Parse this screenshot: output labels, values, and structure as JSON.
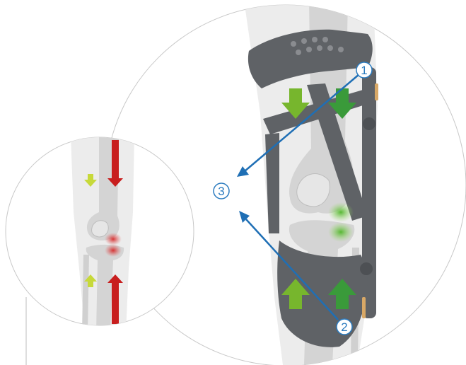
{
  "callouts": [
    {
      "id": "1",
      "label": "1"
    },
    {
      "id": "2",
      "label": "2"
    },
    {
      "id": "3",
      "label": "3"
    }
  ],
  "colors": {
    "callout_blue": "#1f6fb5",
    "brace_dark": "#5f6266",
    "arrow_red": "#c81e1e",
    "arrow_yellow": "#c7d93a",
    "arrow_green_light": "#77b62d",
    "arrow_green_dark": "#3a9a3a",
    "bone_grey": "#d9d9d9",
    "leg_grey": "#ececec",
    "circle_outline": "#c8c8c8"
  },
  "icons": [
    "knee-brace-illustration",
    "force-arrow-icon",
    "pain-point-icon",
    "relief-point-icon"
  ]
}
